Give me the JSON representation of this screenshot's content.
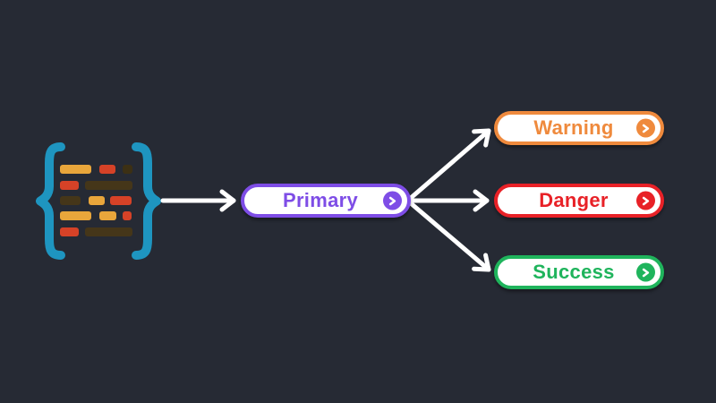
{
  "background_color": "#262a34",
  "diagram": {
    "source_icon": {
      "name": "code-braces-icon",
      "brace_color": "#1e95c0",
      "bar_color_yellow": "#e9a63b",
      "bar_color_red": "#d64227",
      "bar_color_brown": "#453619"
    },
    "arrow_color": "#ffffff",
    "nodes": [
      {
        "id": "primary",
        "label": "Primary",
        "color": "#7e4de6"
      },
      {
        "id": "warning",
        "label": "Warning",
        "color": "#ef8a3d"
      },
      {
        "id": "danger",
        "label": "Danger",
        "color": "#e82127"
      },
      {
        "id": "success",
        "label": "Success",
        "color": "#1fb45c"
      }
    ],
    "connections": [
      {
        "from": "code-braces-icon",
        "to": "primary"
      },
      {
        "from": "primary",
        "to": "warning"
      },
      {
        "from": "primary",
        "to": "danger"
      },
      {
        "from": "primary",
        "to": "success"
      }
    ]
  }
}
